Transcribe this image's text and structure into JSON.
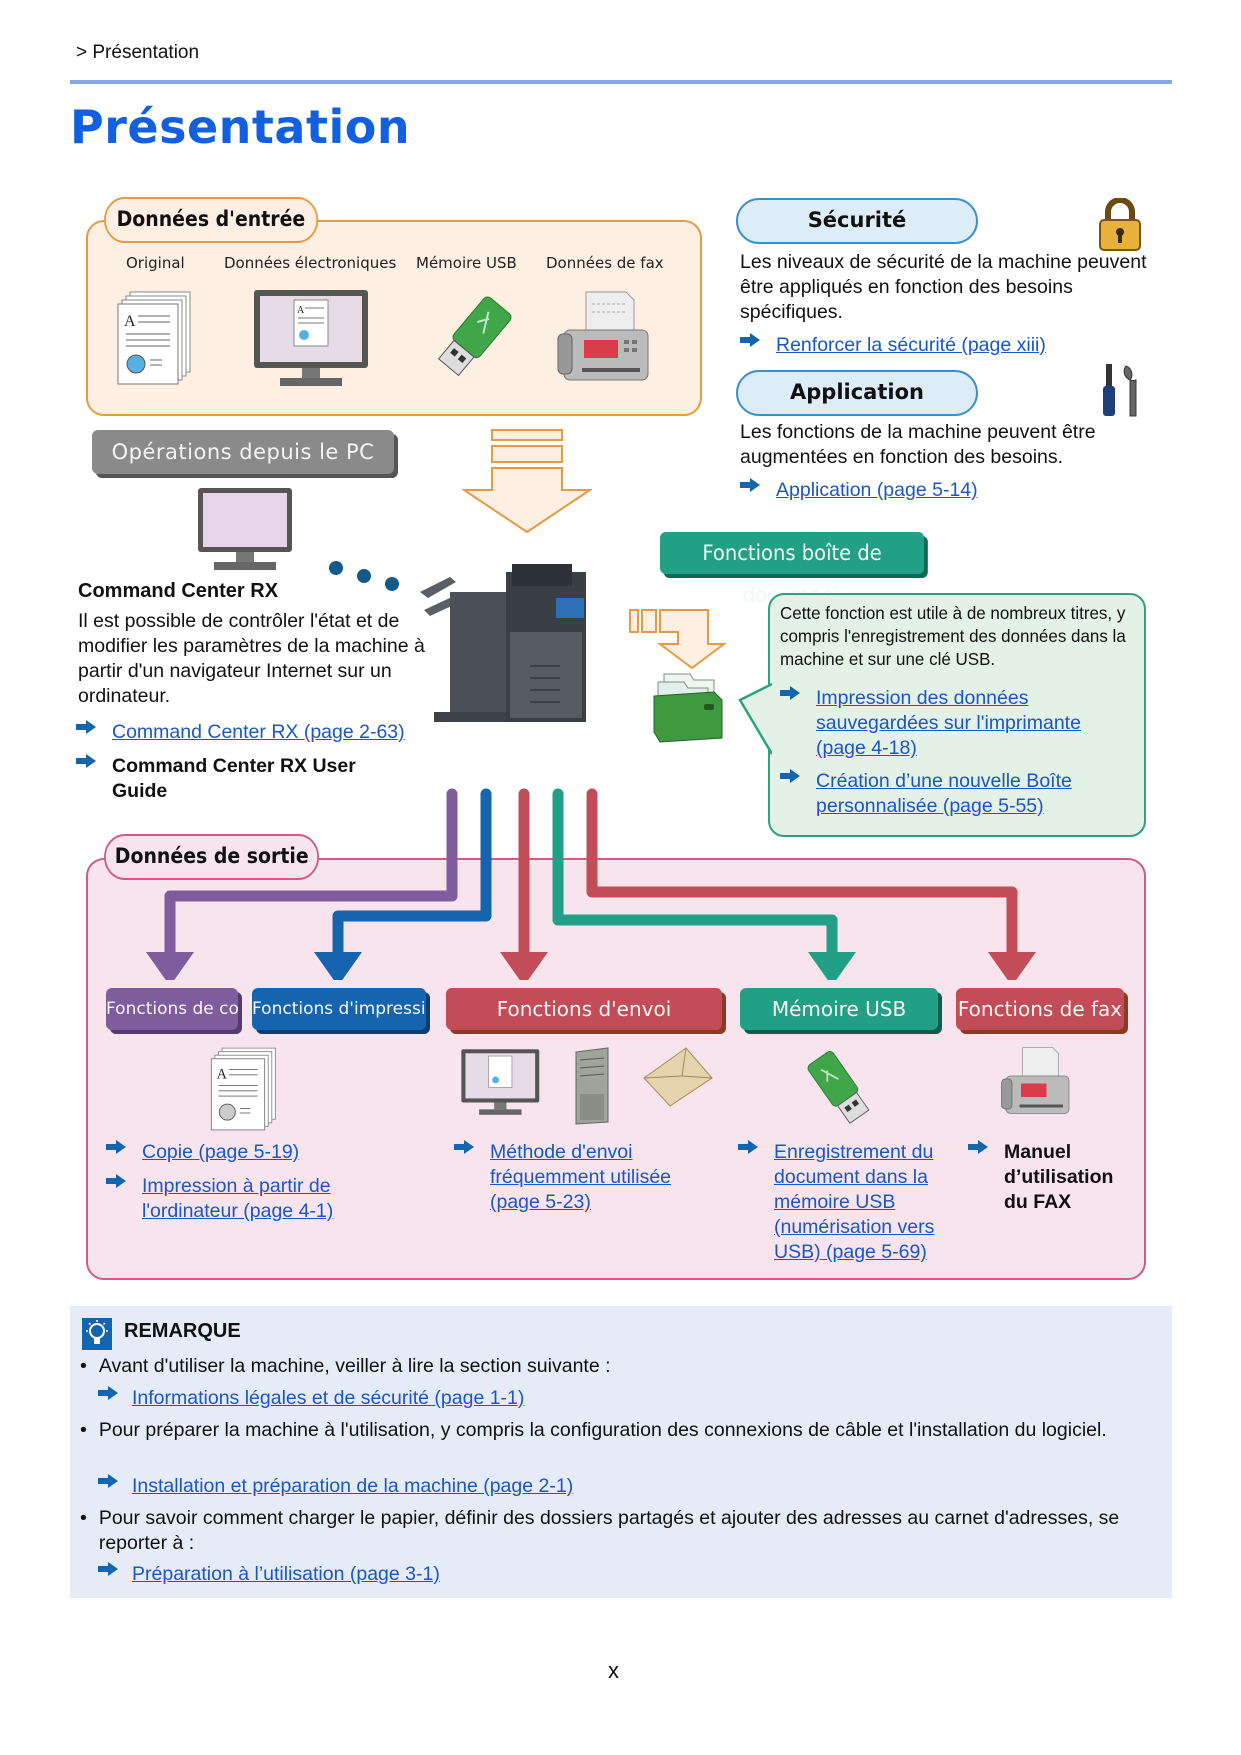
{
  "breadcrumb": "> Présentation",
  "page_title": "Présentation",
  "colors": {
    "title_blue": "#1260e0",
    "rule_blue": "#86a9e6",
    "link_blue": "#1a56c4",
    "arrow_blue": "#1565ae",
    "input_orange": "#e59a45",
    "output_pink": "#cf5c88",
    "security_blue": "#3d8fc9",
    "docbox_green": "#21a085",
    "copy_purple": "#7e5c9e",
    "print_blue": "#1565ae",
    "send_red": "#c24d58",
    "usb_green": "#21a085",
    "fax_red": "#c24d58"
  },
  "input_data": {
    "title": "Données d'entrée",
    "items": [
      {
        "label": "Original",
        "icon": "document-stack-icon"
      },
      {
        "label": "Données électroniques",
        "icon": "monitor-document-icon"
      },
      {
        "label": "Mémoire USB",
        "icon": "usb-drive-icon"
      },
      {
        "label": "Données de fax",
        "icon": "fax-machine-icon"
      }
    ]
  },
  "pc_operations": {
    "button_label": "Opérations depuis le PC",
    "title": "Command Center RX",
    "description": "Il est possible de contrôler l'état et de modifier les paramètres de la machine à partir d'un navigateur Internet sur un ordinateur.",
    "link": "Command Center RX (page 2-63)",
    "guide": "Command Center RX User Guide"
  },
  "security": {
    "title": "Sécurité",
    "description": "Les niveaux de sécurité de la machine peuvent être appliqués en fonction des besoins spécifiques.",
    "link": "Renforcer la sécurité (page xiii)"
  },
  "application": {
    "title": "Application",
    "description": "Les fonctions de la machine peuvent être augmentées en fonction des besoins.",
    "link": "Application (page 5-14)"
  },
  "document_box": {
    "button_label": "Fonctions boîte de document",
    "description": "Cette fonction est utile à de nombreux titres, y compris l'enregistrement des données dans la machine et sur une clé USB.",
    "links": [
      "Impression des données sauvegardées sur l'imprimante (page 4-18)",
      "Création d’une nouvelle Boîte personnalisée (page 5-55)"
    ]
  },
  "output_data": {
    "title": "Données de sortie",
    "functions": [
      {
        "label": "Fonctions de copie"
      },
      {
        "label": "Fonctions d'impression"
      },
      {
        "label": "Fonctions d'envoi"
      },
      {
        "label": "Mémoire USB"
      },
      {
        "label": "Fonctions de fax"
      }
    ],
    "copy_links": [
      "Copie (page 5-19)",
      "Impression à partir de l'ordinateur (page 4-1)"
    ],
    "send_link": "Méthode d'envoi fréquemment utilisée (page 5-23)",
    "usb_link": "Enregistrement du document dans la mémoire USB (numérisation vers USB) (page 5-69)",
    "fax_ref": "Manuel d’utilisation du FAX"
  },
  "remark": {
    "title": "REMARQUE",
    "items": [
      {
        "text": "Avant d'utiliser la machine, veiller à lire la section suivante :",
        "link": "Informations légales et de sécurité (page 1-1)"
      },
      {
        "text": "Pour préparer la machine à l'utilisation, y compris la configuration des connexions de câble et l'installation du logiciel.",
        "link": "Installation et préparation de la machine (page 2-1)"
      },
      {
        "text": "Pour savoir comment charger le papier, définir des dossiers partagés et ajouter des adresses au carnet d'adresses, se reporter à :",
        "link": "Préparation à l’utilisation (page 3-1)"
      }
    ]
  },
  "page_number": "x"
}
